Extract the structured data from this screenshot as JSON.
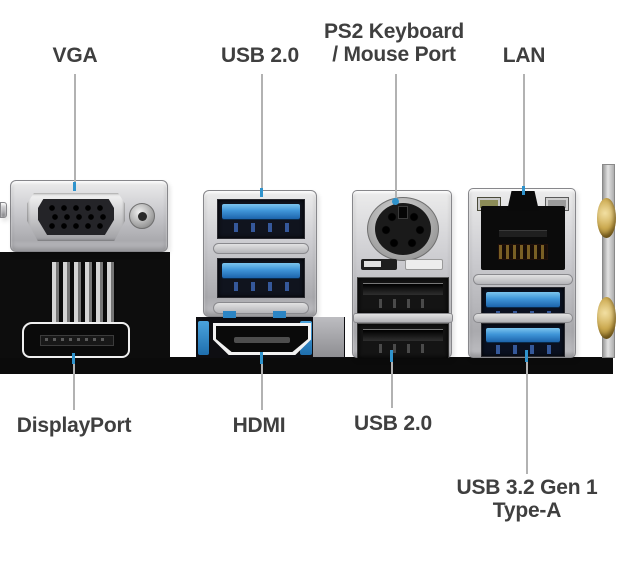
{
  "labels": {
    "vga": "VGA",
    "usb2_top": "USB 2.0",
    "ps2_line1": "PS2 Keyboard",
    "ps2_line2": "/ Mouse Port",
    "lan": "LAN",
    "displayport": "DisplayPort",
    "hdmi": "HDMI",
    "usb2_bottom": "USB 2.0",
    "usb32_line1": "USB 3.2 Gen 1",
    "usb32_line2": "Type-A"
  },
  "colors": {
    "label_text": "#3f3f3f",
    "leader_line": "#b2b2b2",
    "callout_accent_blue": "#2f93cc",
    "usb_tongue_blue": "#3f95d8",
    "panel_silver": "#c8c8cc",
    "port_black": "#121212",
    "pcb_black": "#0b0b0b",
    "audio_jack_gold": "#c9a95e"
  },
  "ports": [
    {
      "name": "vga-port",
      "label": "VGA"
    },
    {
      "name": "usb2-blue-stack",
      "label": "USB 2.0"
    },
    {
      "name": "ps2-combo-port",
      "label": "PS2 Keyboard / Mouse Port"
    },
    {
      "name": "lan-rj45-port",
      "label": "LAN"
    },
    {
      "name": "displayport-port",
      "label": "DisplayPort"
    },
    {
      "name": "hdmi-port",
      "label": "HDMI"
    },
    {
      "name": "usb2-black-stack",
      "label": "USB 2.0"
    },
    {
      "name": "usb32-gen1-stack",
      "label": "USB 3.2 Gen 1 Type-A"
    },
    {
      "name": "audio-jacks-partial",
      "label": ""
    }
  ]
}
